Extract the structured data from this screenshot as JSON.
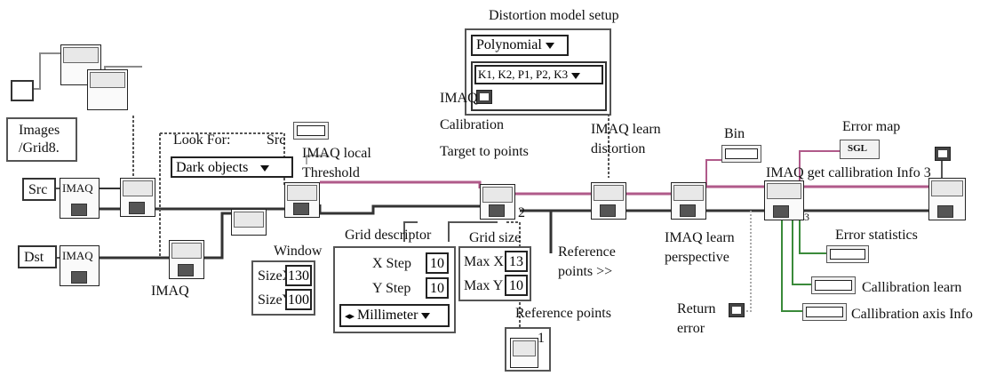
{
  "labels": {
    "distortion_model_setup": "Distortion model setup",
    "polynomial": "Polynomial",
    "coefficients": "K1, K2, P1, P2, K3",
    "images_path_line1": "Images",
    "images_path_line2": "/Grid8.",
    "src": "Src",
    "dst": "Dst",
    "imaq": "IMAQ",
    "imaq_bottom": "IMAQ",
    "look_for": "Look For:",
    "src2": "Src",
    "dark_objects": "Dark objects",
    "imaq_local_line1": "IMAQ local",
    "imaq_local_line2": "Threshold",
    "imaq_calib_line1": "IMAQ",
    "imaq_calib_line2": "Calibration",
    "imaq_calib_line3": "Target to points",
    "imaq_learn_dist_line1": "IMAQ learn",
    "imaq_learn_dist_line2": "distortion",
    "bin": "Bin",
    "error_map": "Error map",
    "get_calib_info": "IMAQ get callibration Info 3",
    "window": "Window",
    "grid_descriptor": "Grid descriptor",
    "grid_size": "Grid size",
    "sizex": "SizeX",
    "sizex_val": "130",
    "sizey": "SizeY",
    "sizey_val": "100",
    "x_step": "X Step",
    "x_step_val": "10",
    "y_step": "Y Step",
    "y_step_val": "10",
    "millimeter": "Millimeter",
    "max_x": "Max X",
    "max_x_val": "13",
    "max_y": "Max Y",
    "max_y_val": "10",
    "reference_points_out_line1": "Reference",
    "reference_points_out_line2": "points >>",
    "reference_points": "Reference points",
    "ref_points_index": "1",
    "imaq_learn_persp_line1": "IMAQ learn",
    "imaq_learn_persp_line2": "perspective",
    "return_error_line1": "Return",
    "return_error_line2": "error",
    "error_statistics": "Error statistics",
    "callibration_learn": "Callibration learn",
    "callibration_axis_info": "Callibration axis Info",
    "calib_out_num": "2",
    "info_out_num": "3",
    "sgl": "SGL"
  },
  "colors": {
    "wire_pink": "#b05a8a",
    "wire_dark": "#333333",
    "wire_gray": "#8a8a8a",
    "wire_green": "#3a8a3a"
  }
}
